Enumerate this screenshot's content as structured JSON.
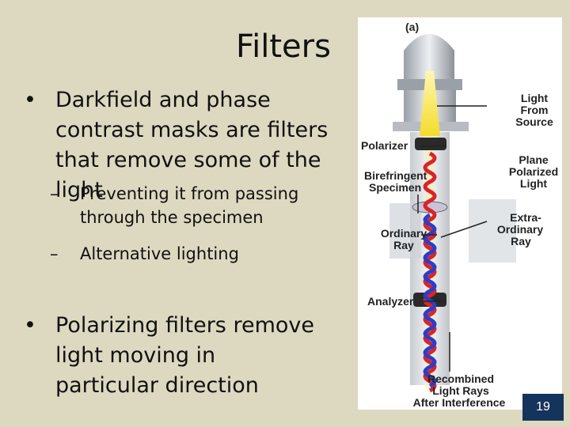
{
  "slide": {
    "title": "Filters",
    "bullet_symbol": "•",
    "dash_symbol": "–",
    "bullets": [
      {
        "text": "Darkfield and phase contrast masks are filters that remove some of the light",
        "sub": [
          "Preventing it from passing through the specimen",
          "Alternative lighting"
        ]
      },
      {
        "text": "Polarizing filters remove light moving in particular direction",
        "sub": []
      }
    ],
    "page_number": "19"
  },
  "figure": {
    "panel_label": "(a)",
    "labels": {
      "light_from_source": [
        "Light",
        "From",
        "Source"
      ],
      "polarizer": "Polarizer",
      "plane_polarized_light": [
        "Plane",
        "Polarized",
        "Light"
      ],
      "birefringent_specimen": [
        "Birefringent",
        "Specimen"
      ],
      "ordinary_ray": [
        "Ordinary",
        "Ray"
      ],
      "extraordinary_ray": [
        "Extra-",
        "Ordinary",
        "Ray"
      ],
      "analyzer": "Analyzer",
      "recombined": [
        "Recombined",
        "Light Rays",
        "After Interference"
      ]
    },
    "colors": {
      "light_beam": "#f2dc2a",
      "ordinary_wave": "#d8242a",
      "extraordinary_wave": "#2a3ec8",
      "housing": "#c8ccd2"
    }
  }
}
